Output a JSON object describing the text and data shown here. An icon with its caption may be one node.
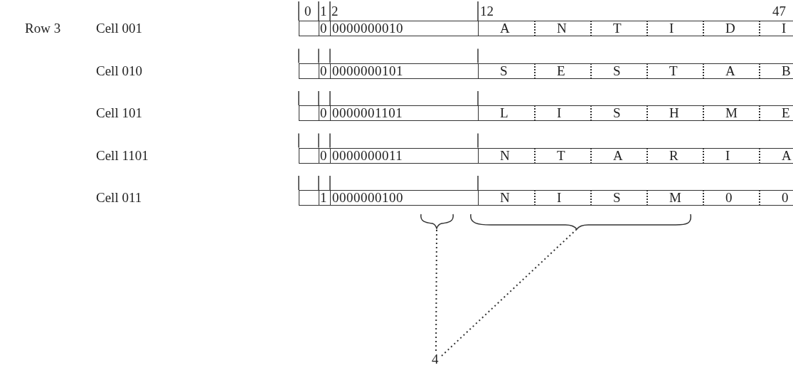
{
  "diagram": {
    "nodes": [
      {
        "text": [
          "4"
        ]
      },
      {
        "text": [],
        "shape": "bracket"
      },
      {
        "text": [],
        "shape": "bracket"
      }
    ],
    "edges": [
      {
        "from": 0,
        "to": 1,
        "arrow": "none",
        "style": "dashed"
      },
      {
        "from": 0,
        "to": 2,
        "arrow": "none",
        "style": "dashed"
      }
    ],
    "labels": [
      "Row 3",
      "0",
      "1",
      "2",
      "12",
      "47",
      "Cell 001",
      "0",
      "0000000010",
      "A",
      "N",
      "T",
      "I",
      "D",
      "I",
      "Cell 010",
      "0",
      "0000000101",
      "S",
      "E",
      "S",
      "T",
      "A",
      "B",
      "Cell 101",
      "0",
      "0000001101",
      "L",
      "I",
      "S",
      "H",
      "M",
      "E",
      "Cell 1101",
      "0",
      "0000000011",
      "N",
      "T",
      "A",
      "R",
      "I",
      "A",
      "Cell 011",
      "1",
      "0000000100",
      "N",
      "I",
      "S",
      "M",
      "0",
      "0"
    ]
  }
}
